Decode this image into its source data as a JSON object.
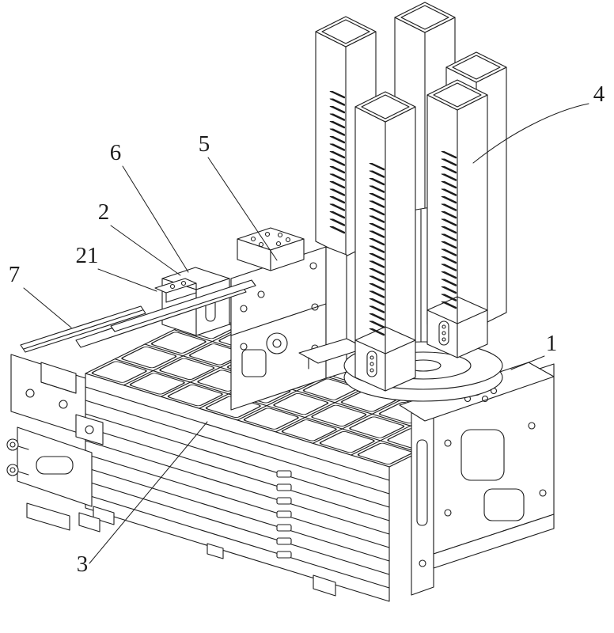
{
  "figure": {
    "background": "#ffffff",
    "line_color": "#1c1c1c",
    "callouts": [
      {
        "id": "callout-1",
        "label": "1"
      },
      {
        "id": "callout-2",
        "label": "2"
      },
      {
        "id": "callout-3",
        "label": "3"
      },
      {
        "id": "callout-4",
        "label": "4"
      },
      {
        "id": "callout-5",
        "label": "5"
      },
      {
        "id": "callout-6",
        "label": "6"
      },
      {
        "id": "callout-7",
        "label": "7"
      },
      {
        "id": "callout-21",
        "label": "21"
      }
    ]
  }
}
